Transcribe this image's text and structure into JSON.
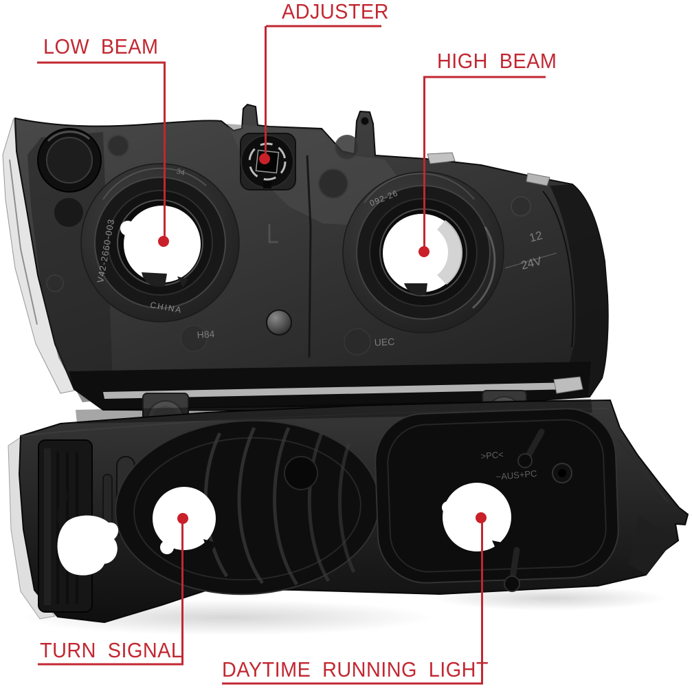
{
  "callouts": {
    "low_beam": {
      "label": "LOW BEAM"
    },
    "adjuster": {
      "label": "ADJUSTER"
    },
    "high_beam": {
      "label": "HIGH BEAM"
    },
    "turn_signal": {
      "label": "TURN SIGNAL"
    },
    "daytime_running_light": {
      "label": "DAYTIME RUNNING LIGHT"
    }
  },
  "part_markings": {
    "low_beam_part_number": "V42-2660-003",
    "low_beam_country": "CHINA",
    "low_beam_code": "34",
    "high_beam_part_number": "092-26",
    "voltage_line1": "12",
    "voltage_line2": "24V",
    "mold_mark_left": "H84",
    "mold_mark_center": "UEC",
    "lens_material_mark": ">PC<",
    "lens_material_mark2": "~AUS+PC"
  },
  "colors": {
    "background": "#ffffff",
    "annotation_red": "#c22731",
    "housing_dark": "#1e1e1e"
  }
}
